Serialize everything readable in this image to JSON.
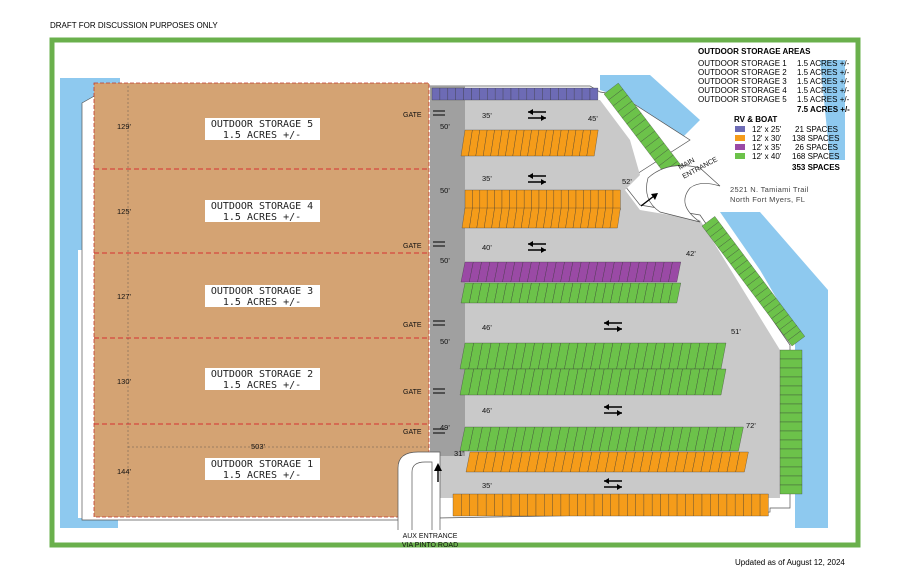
{
  "header": {
    "draft_note": "DRAFT FOR DISCUSSION PURPOSES ONLY"
  },
  "footer": {
    "updated": "Updated as of August 12, 2024"
  },
  "colors": {
    "border_green": "#6ab04c",
    "water": "#8ec9ef",
    "lot": "#c9c9c9",
    "road": "#a0a0a0",
    "storage": "#d4a373",
    "blue": "#6d6bb5",
    "orange": "#f59c1a",
    "purple": "#9a4aa5",
    "green": "#6cc24a"
  },
  "outdoor_storage": {
    "title": "OUTDOOR STORAGE AREAS",
    "rows": [
      {
        "name": "OUTDOOR STORAGE 1",
        "area": "1.5 ACRES +/-"
      },
      {
        "name": "OUTDOOR STORAGE 2",
        "area": "1.5 ACRES +/-"
      },
      {
        "name": "OUTDOOR STORAGE 3",
        "area": "1.5 ACRES +/-"
      },
      {
        "name": "OUTDOOR STORAGE 4",
        "area": "1.5 ACRES +/-"
      },
      {
        "name": "OUTDOOR STORAGE 5",
        "area": "1.5 ACRES +/-"
      }
    ],
    "total": "7.5 ACRES +/-"
  },
  "rv_boat": {
    "title": "RV & BOAT",
    "rows": [
      {
        "size": "12' x 25'",
        "spaces": "21 SPACES",
        "color": "#6d6bb5"
      },
      {
        "size": "12' x 30'",
        "spaces": "138 SPACES",
        "color": "#f59c1a"
      },
      {
        "size": "12' x 35'",
        "spaces": "26 SPACES",
        "color": "#9a4aa5"
      },
      {
        "size": "12' x 40'",
        "spaces": "168 SPACES",
        "color": "#6cc24a"
      }
    ],
    "total": "353 SPACES"
  },
  "map": {
    "storage_areas": [
      {
        "name": "OUTDOOR STORAGE 5",
        "area": "1.5 ACRES +/-",
        "depth": "129'"
      },
      {
        "name": "OUTDOOR STORAGE 4",
        "area": "1.5 ACRES +/-",
        "depth": "125'"
      },
      {
        "name": "OUTDOOR STORAGE 3",
        "area": "1.5 ACRES +/-",
        "depth": "127'"
      },
      {
        "name": "OUTDOOR STORAGE 2",
        "area": "1.5 ACRES +/-",
        "depth": "130'"
      },
      {
        "name": "OUTDOOR STORAGE 1",
        "area": "1.5 ACRES +/-",
        "depth": "144'"
      }
    ],
    "width_label": "503'",
    "gate_label": "GATE",
    "main_entrance": [
      "MAIN",
      "ENTRANCE"
    ],
    "aux_entrance": [
      "AUX ENTRANCE",
      "VIA PINTO ROAD"
    ],
    "address": [
      "2521 N. Tamiami Trail",
      "North Fort Myers, FL"
    ],
    "dims": {
      "d35a": "35'",
      "d45": "45'",
      "d50a": "50'",
      "d50b": "50'",
      "d35b": "35'",
      "d52": "52'",
      "d40": "40'",
      "d42": "42'",
      "d50c": "50'",
      "d46a": "46'",
      "d50d": "50'",
      "d51": "51'",
      "d46b": "46'",
      "d49": "49'",
      "d72": "72'",
      "d31": "31'",
      "d35c": "35'"
    }
  }
}
